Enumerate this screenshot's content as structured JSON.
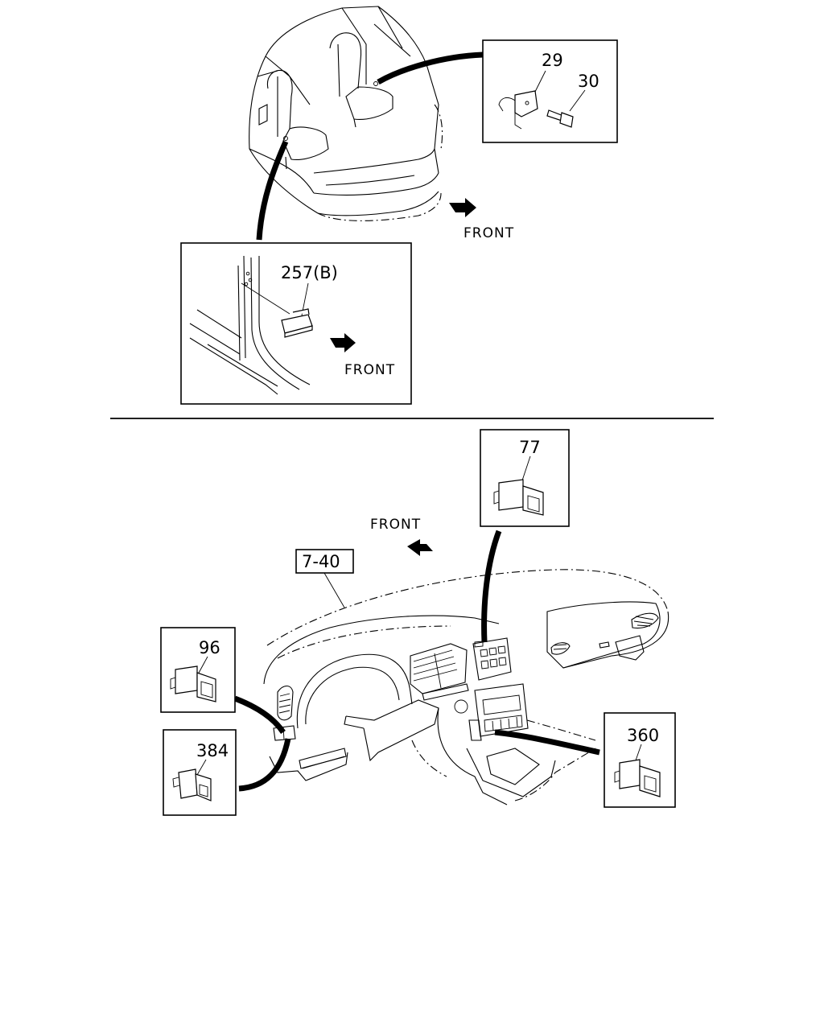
{
  "labels": {
    "part_29": "29",
    "part_30": "30",
    "part_257b": "257(B)",
    "part_77": "77",
    "part_96": "96",
    "part_384": "384",
    "part_360": "360",
    "ref_7_40": "7-40",
    "front_top": "FRONT",
    "front_inset": "FRONT",
    "front_bottom": "FRONT"
  },
  "icons": {
    "front_arrow": "front-arrow-icon"
  },
  "colors": {
    "ink": "#000000",
    "paper": "#ffffff"
  }
}
